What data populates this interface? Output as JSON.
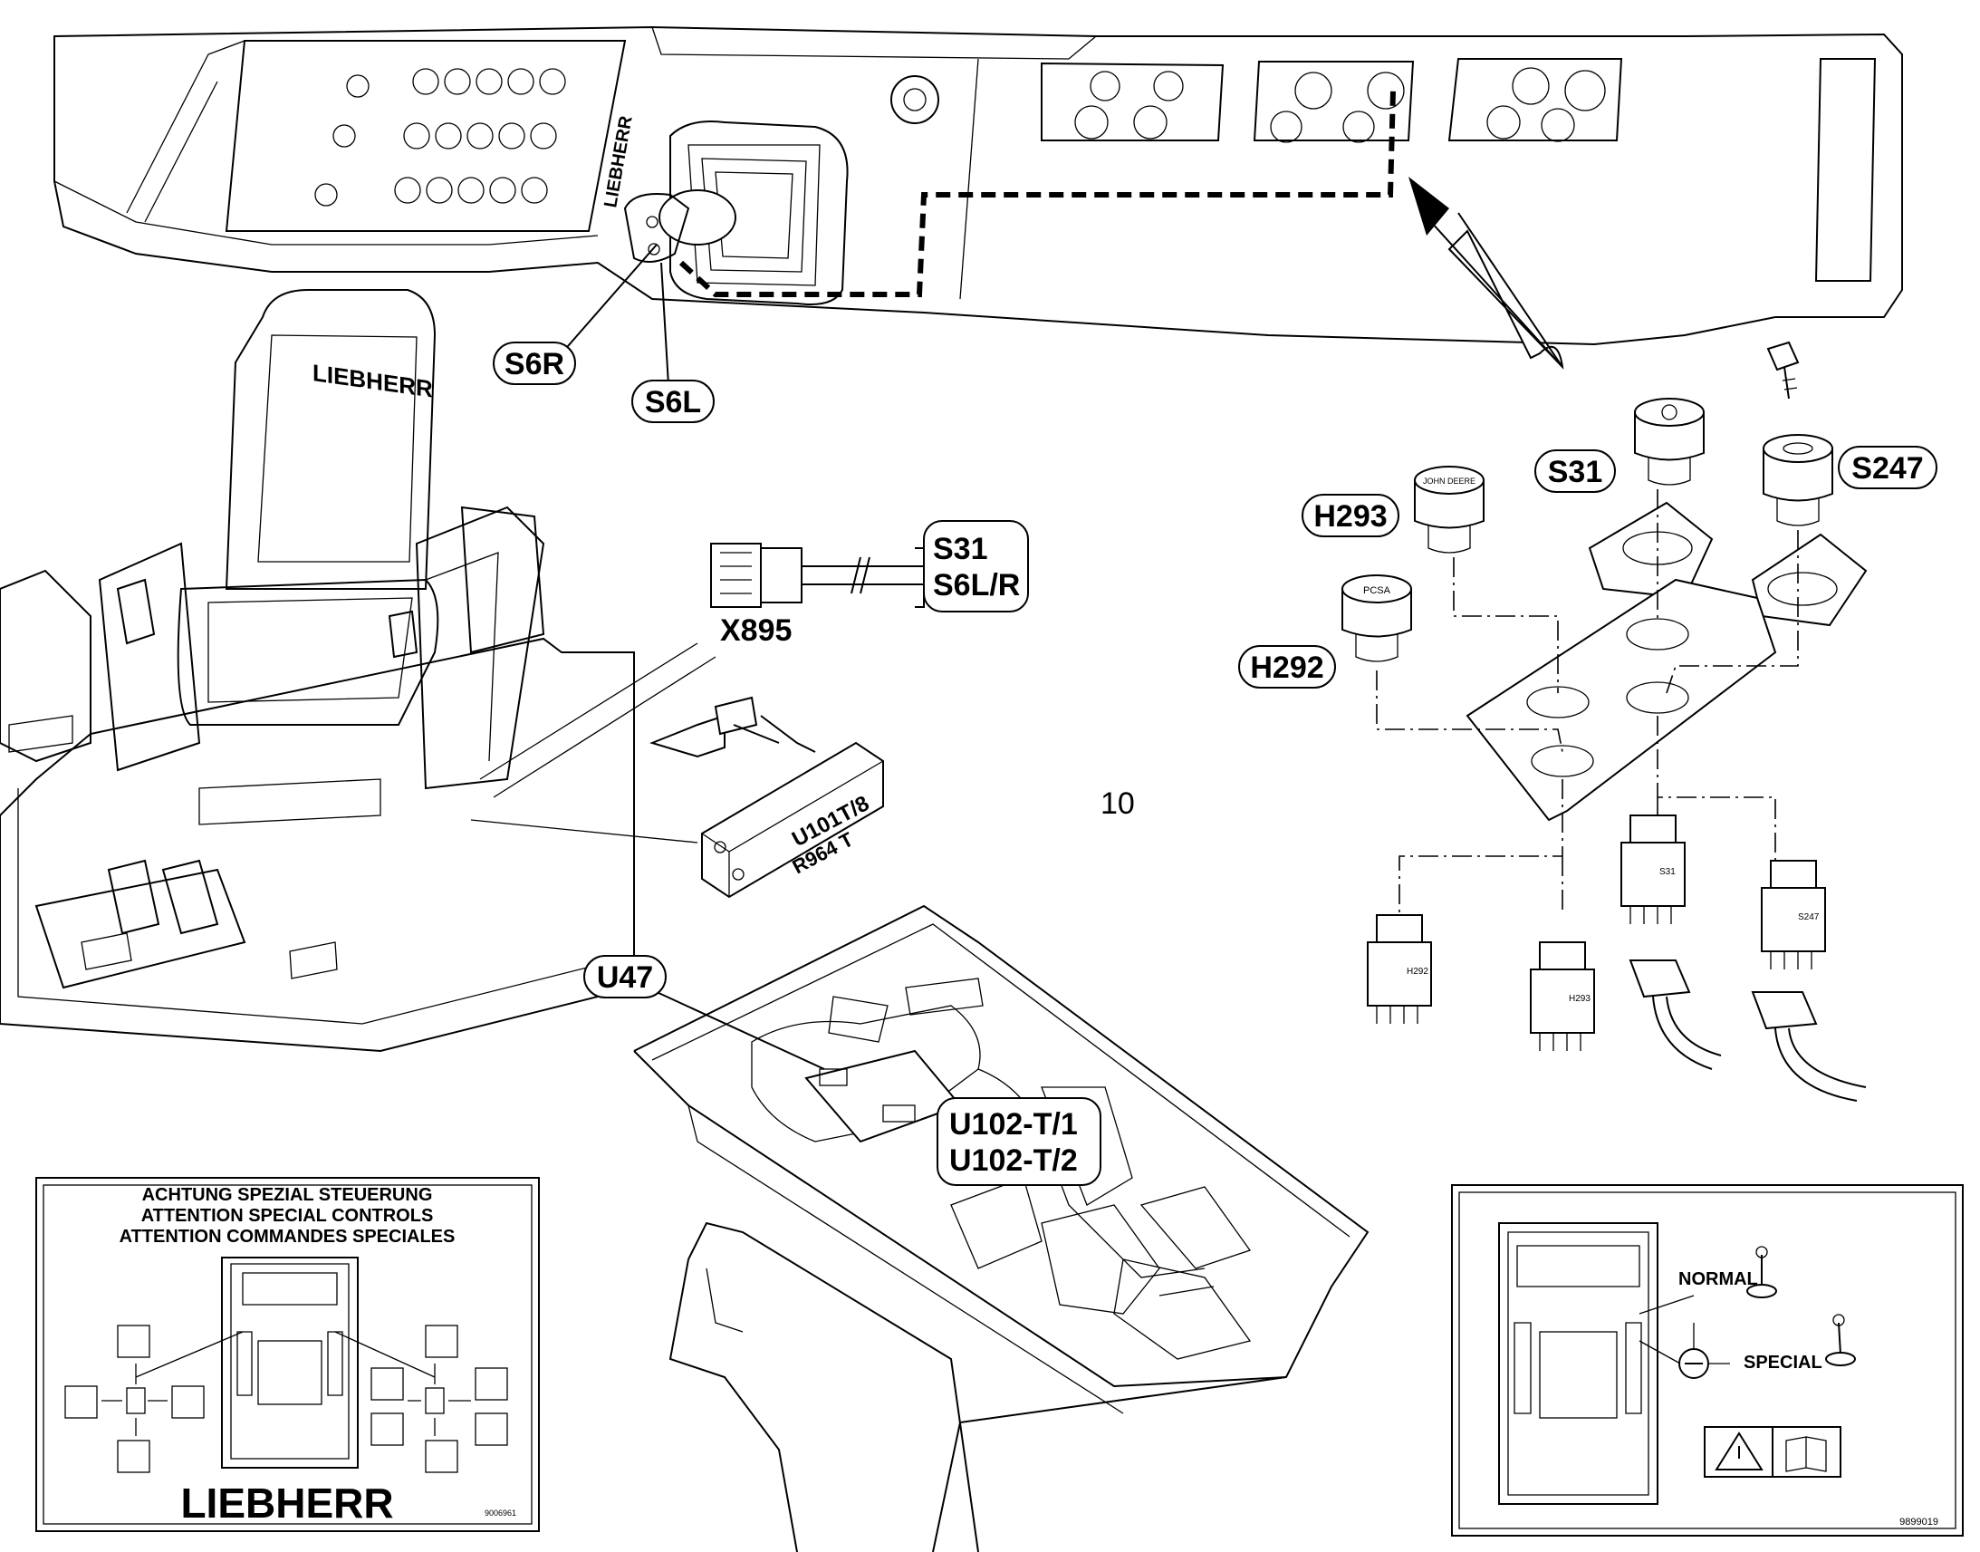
{
  "callouts": {
    "s6r": "S6R",
    "s6l": "S6L",
    "x895": "X895",
    "s31_s6lr_line1": "S31",
    "s31_s6lr_line2": "S6L/R",
    "s31": "S31",
    "s247": "S247",
    "h293": "H293",
    "h292": "H292",
    "u47": "U47",
    "u102_line1": "U102-T/1",
    "u102_line2": "U102-T/2",
    "item_number": "10"
  },
  "module_label": {
    "line1": "U101T/8",
    "line2": "R964  T"
  },
  "lamp_caps": {
    "h293": "JOHN DEERE",
    "h292": "PCSA"
  },
  "switch_labels": {
    "h292": "H292",
    "h293": "H293",
    "s31": "S31",
    "s247": "S247"
  },
  "seat_brand": "LIEBHERR",
  "console_brand": "LIEBHERR",
  "warning_plate": {
    "line1": "ACHTUNG SPEZIAL STEUERUNG",
    "line2": "ATTENTION SPECIAL CONTROLS",
    "line3": "ATTENTION COMMANDES SPECIALES",
    "brand": "LIEBHERR",
    "code": "9006961"
  },
  "mode_plate": {
    "normal": "NORMAL",
    "special": "SPECIAL",
    "code": "9899019"
  },
  "icons": [
    "warning-triangle-icon",
    "manual-book-icon",
    "key-icon",
    "joystick-icon"
  ]
}
